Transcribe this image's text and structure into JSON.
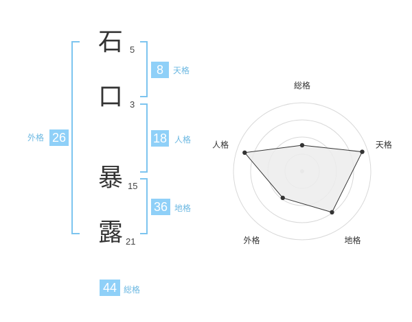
{
  "name": {
    "characters": [
      {
        "char": "石",
        "strokes": "5"
      },
      {
        "char": "口",
        "strokes": "3"
      },
      {
        "char": "暴",
        "strokes": "15"
      },
      {
        "char": "露",
        "strokes": "21"
      }
    ]
  },
  "kaku": {
    "tenkaku": {
      "value": "8",
      "label": "天格"
    },
    "jinkaku": {
      "value": "18",
      "label": "人格"
    },
    "chikaku": {
      "value": "36",
      "label": "地格"
    },
    "gaikaku": {
      "value": "26",
      "label": "外格"
    },
    "soukaku": {
      "value": "44",
      "label": "総格"
    }
  },
  "colors": {
    "accent_box": "#8fd0f8",
    "bracket": "#7cc4ef",
    "label_text": "#6cb8e2",
    "radar_fill": "#ececec",
    "radar_stroke": "#333333"
  },
  "chart_data": {
    "type": "radar",
    "axes": [
      "総格",
      "天格",
      "地格",
      "外格",
      "人格"
    ],
    "values": [
      0.38,
      0.92,
      0.74,
      0.48,
      0.88
    ],
    "rings": 4,
    "range": [
      0,
      1
    ]
  }
}
